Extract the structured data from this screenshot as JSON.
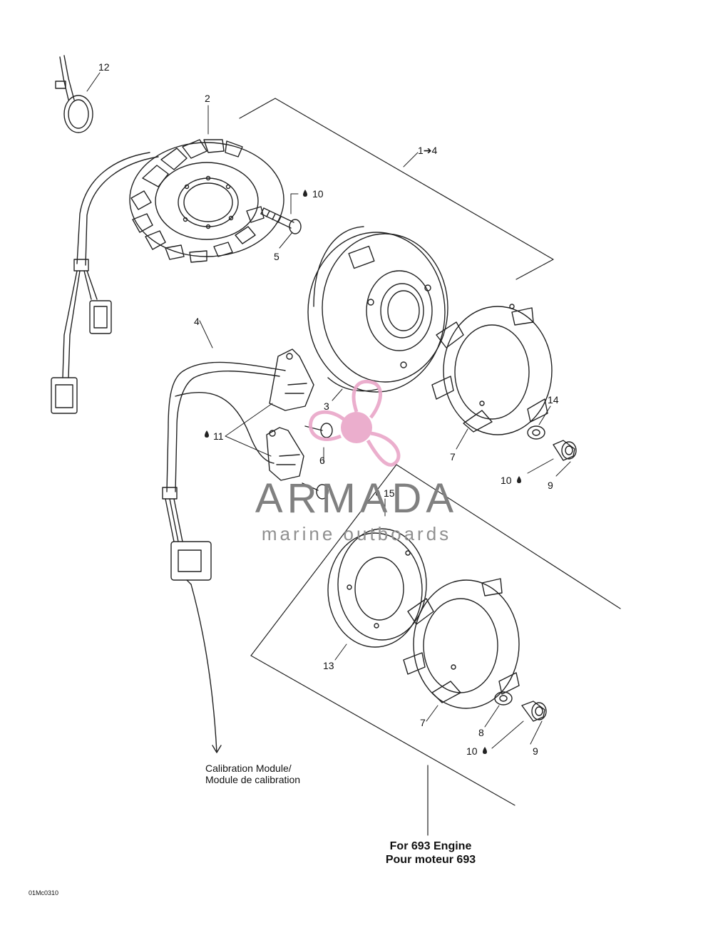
{
  "callouts": {
    "c12": "12",
    "c2": "2",
    "c1_4": "1➔4",
    "c10a": "10",
    "c5": "5",
    "c4": "4",
    "c3": "3",
    "c11": "11",
    "c6": "6",
    "c14": "14",
    "c7a": "7",
    "c10b": "10",
    "c9a": "9",
    "c15": "15",
    "c13": "13",
    "c7b": "7",
    "c8": "8",
    "c10c": "10",
    "c9b": "9"
  },
  "notes": {
    "calibration_line1": "Calibration Module/",
    "calibration_line2": "Module de calibration",
    "engine_line1": "For 693 Engine",
    "engine_line2": "Pour moteur 693",
    "figure_code": "01Mc0310"
  },
  "watermark": {
    "title": "ARMADA",
    "subtitle": "marine outboards",
    "accent_color": "#e9a6c8",
    "text_color": "#808080"
  }
}
